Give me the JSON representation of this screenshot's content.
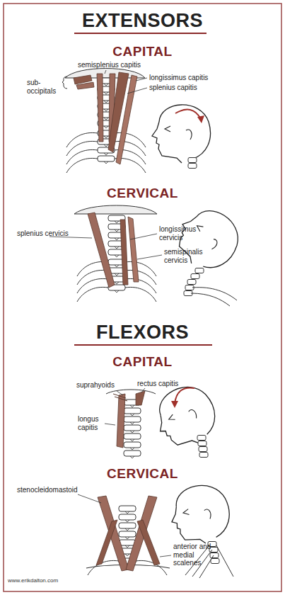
{
  "diagram": {
    "labels": [
      "EXTENSORS",
      "CAPITAL",
      "semisplenius capitis",
      "longissimus capitis",
      "splenius capitis",
      "sub- occipitals",
      "CERVICAL",
      "splenius cervicis",
      "longissimus cervicis",
      "semispinalis cervicis",
      "FLEXORS",
      "CAPITAL",
      "suprahyoids",
      "rectus capitis",
      "longus capitis",
      "CERVICAL",
      "stenocleidomastoid",
      "anterior and medial scalenes",
      "www.erikdalton.com"
    ]
  }
}
